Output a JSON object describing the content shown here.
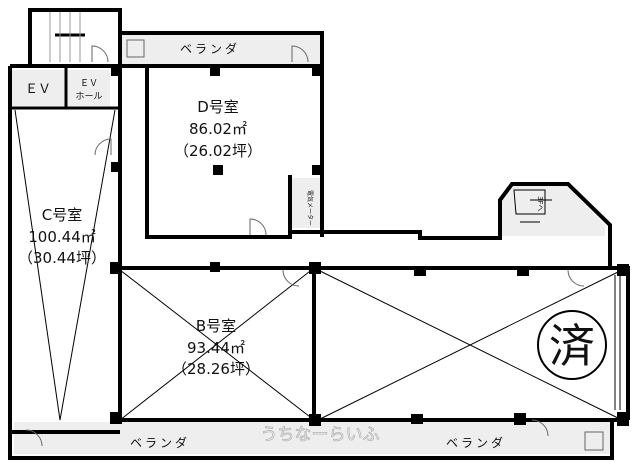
{
  "rooms": {
    "d": {
      "name": "D号室",
      "area_m2": "86.02㎡",
      "area_tsubo": "（26.02坪）"
    },
    "c": {
      "name": "C号室",
      "area_m2": "100.44㎡",
      "area_tsubo": "（30.44坪）"
    },
    "b": {
      "name": "B号室",
      "area_m2": "93.44㎡",
      "area_tsubo": "（28.26坪）"
    },
    "a": {
      "stamp": "済"
    }
  },
  "labels": {
    "veranda_top": "ベランダ",
    "veranda_bottom_left": "ベランダ",
    "veranda_bottom_right": "ベランダ",
    "ev": "ＥＶ",
    "ev_hall_1": "ＥＶ",
    "ev_hall_2": "ホール",
    "meter": "電気メーター",
    "stairs_3f": "3Fへ"
  },
  "watermark": "うちなーらいふ"
}
